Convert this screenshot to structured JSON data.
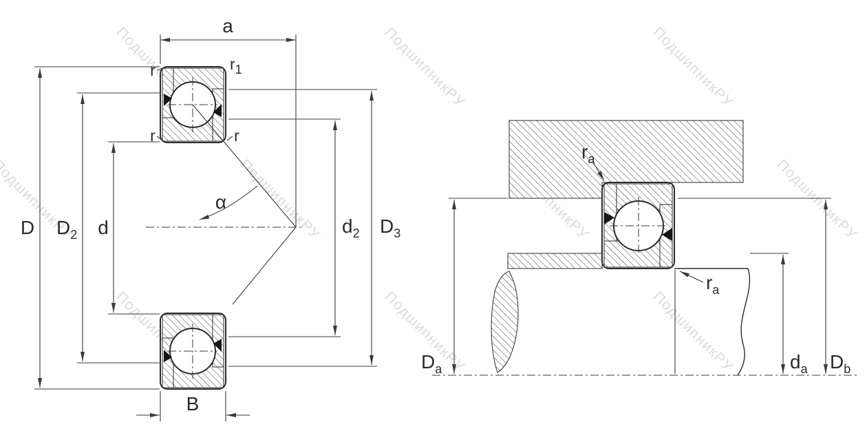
{
  "watermark": "ПодшипникРУ",
  "left_view": {
    "a": "a",
    "r_top_left": "r",
    "r1": {
      "base": "r",
      "sub": "1"
    },
    "r_mid_left": "r",
    "r_mid_right": "r",
    "alpha": "α",
    "D": "D",
    "D2": {
      "base": "D",
      "sub": "2"
    },
    "d": "d",
    "d2": {
      "base": "d",
      "sub": "2"
    },
    "D3": {
      "base": "D",
      "sub": "3"
    },
    "B": "B"
  },
  "right_view": {
    "ra_top": {
      "base": "r",
      "sub": "a"
    },
    "ra_bottom": {
      "base": "r",
      "sub": "a"
    },
    "Da": {
      "base": "D",
      "sub": "a"
    },
    "da": {
      "base": "d",
      "sub": "a"
    },
    "Db": {
      "base": "D",
      "sub": "b"
    }
  }
}
